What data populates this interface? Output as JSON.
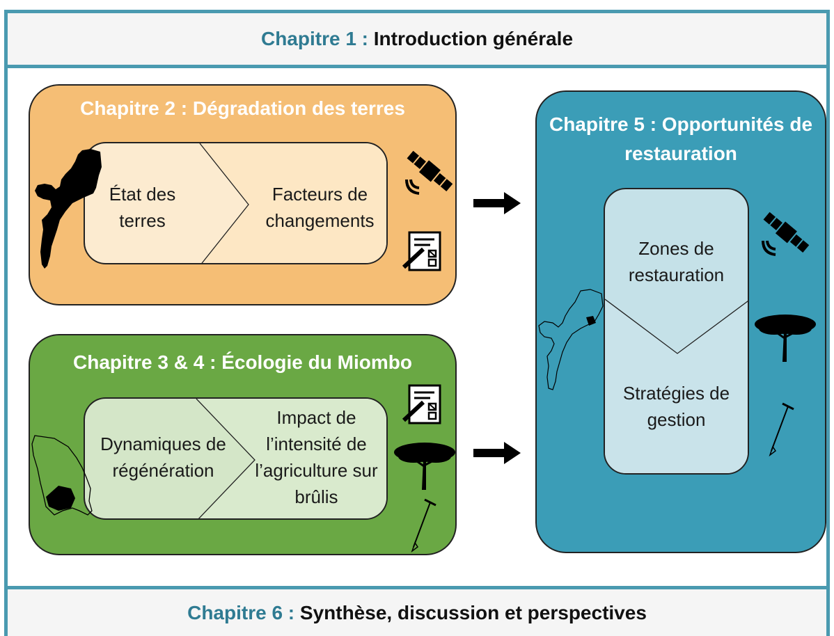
{
  "header": {
    "chapter": "Chapitre 1 :",
    "title": "Introduction générale"
  },
  "footer": {
    "chapter": "Chapitre 6 :",
    "title": "Synthèse, discussion et perspectives"
  },
  "box_degradation": {
    "title": "Chapitre 2 : Dégradation des terres",
    "left_text": "État des terres",
    "right_text": "Facteurs de changements"
  },
  "box_ecologie": {
    "title": "Chapitre 3 & 4 : Écologie du Miombo",
    "left_text": "Dynamiques de régénération",
    "right_text": "Impact de l’intensité de l’agriculture sur brûlis"
  },
  "box_restauration": {
    "title": "Chapitre 5 :  Opportunités de restauration",
    "top_text": "Zones de restauration",
    "bottom_text": "Stratégies de gestion"
  },
  "colors": {
    "border": "#4a9ab0",
    "chapter_label": "#2f7b92",
    "orange_box": "#f5be75",
    "green_box": "#6aa844",
    "blue_box": "#3b9db7"
  },
  "icons": [
    "mozambique-map-icon",
    "satellite-icon",
    "survey-form-icon",
    "tree-icon",
    "soil-auger-icon",
    "arrow-right-icon"
  ]
}
